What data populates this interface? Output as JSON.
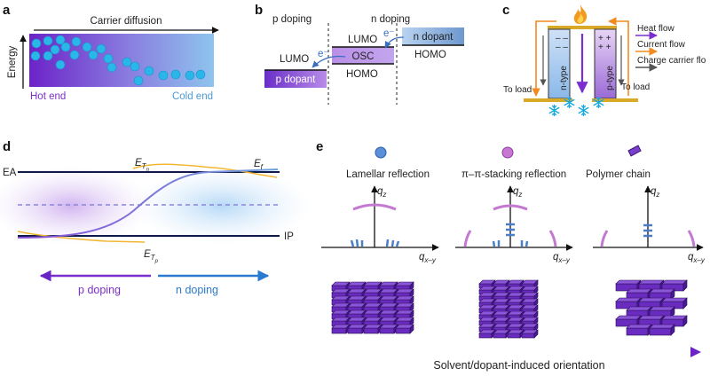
{
  "panels": {
    "a": {
      "letter": "a",
      "arrow_label": "Carrier diffusion",
      "y_label": "Energy",
      "hot_label": "Hot end",
      "cold_label": "Cold end"
    },
    "b": {
      "letter": "b",
      "p_title": "p doping",
      "n_title": "n doping",
      "lumo_left": "LUMO",
      "lumo_center": "LUMO",
      "osc": "OSC",
      "homo_center": "HOMO",
      "p_dopant": "p dopant",
      "n_dopant": "n dopant",
      "homo_right": "HOMO",
      "e_left": "e⁻",
      "e_right": "e⁻"
    },
    "c": {
      "letter": "c",
      "n_type": "n-type",
      "p_type": "p-type",
      "to_load_left": "To load",
      "to_load_right": "To load",
      "legend": [
        "Heat flow",
        "Current flow",
        "Charge carrier flo"
      ]
    },
    "d": {
      "letter": "d",
      "ea": "EA",
      "ip": "IP",
      "etn_main": "E",
      "etn_sub": "T",
      "etn_subsub": "n",
      "ef_main": "E",
      "ef_sub": "f",
      "etp_main": "E",
      "etp_sub": "T",
      "etp_subsub": "p",
      "p_doping": "p doping",
      "n_doping": "n doping"
    },
    "e": {
      "letter": "e",
      "legend": [
        "Lamellar reflection",
        "π–π-stacking reflection",
        "Polymer chain"
      ],
      "qz": "q",
      "qz_sub": "z",
      "qxy": "q",
      "qxy_sub": "x–y",
      "bottom_arrow": "Solvent/dopant-induced orientation"
    }
  },
  "colors": {
    "purple": "#7b2fd0",
    "blue": "#3a8fd8",
    "cyan": "#29b6e8",
    "orange": "#f28a1f",
    "yellow": "#f2b630",
    "magenta": "#c064c8",
    "navy": "#0d1a4a"
  },
  "icons": {
    "flame": "flame-icon",
    "snowflake": "snowflake-icon"
  }
}
